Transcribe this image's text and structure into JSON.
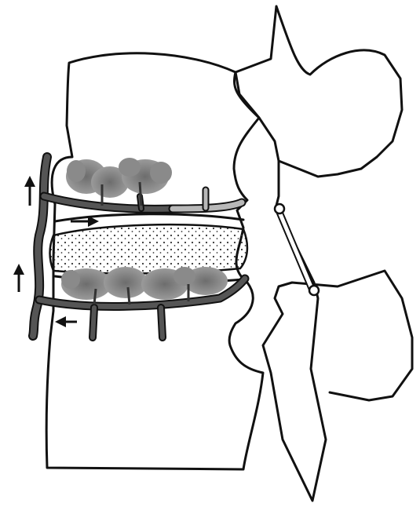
{
  "diagram": {
    "subject": "lumbar-vertebral-segment-with-disc-and-vasculature",
    "colors": {
      "outline": "#111111",
      "vessel": "#555555",
      "vessel_light": "#b8b8b8",
      "capillary": "#7a7a7a",
      "disc_dots": "#333333",
      "background": "#ffffff"
    },
    "flow_arrows": {
      "directions": [
        "up",
        "right",
        "up",
        "left"
      ]
    }
  }
}
